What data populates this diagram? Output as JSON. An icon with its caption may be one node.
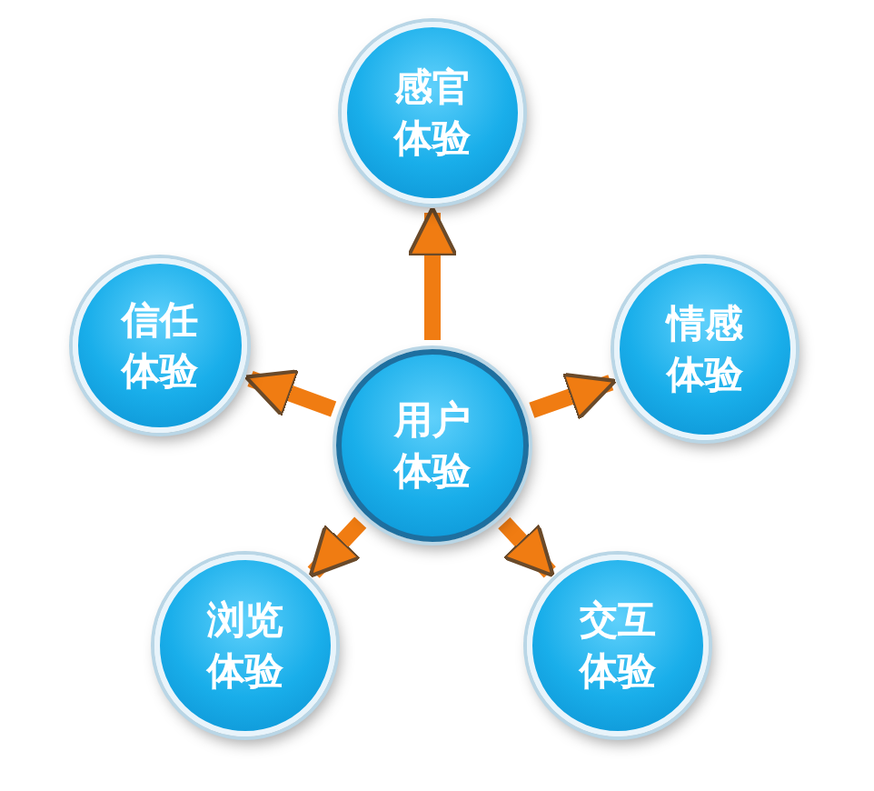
{
  "diagram": {
    "nodes": [
      {
        "text": [
          "用户体验"
        ]
      },
      {
        "text": [
          "感官体验"
        ]
      },
      {
        "text": [
          "信任体验"
        ]
      },
      {
        "text": [
          "情感体验"
        ]
      },
      {
        "text": [
          "浏览体验"
        ]
      },
      {
        "text": [
          "交互体验"
        ]
      }
    ],
    "edges": [
      {
        "from": 0,
        "to": 1,
        "arrow": "to"
      },
      {
        "from": 0,
        "to": 2,
        "arrow": "to"
      },
      {
        "from": 0,
        "to": 3,
        "arrow": "to"
      },
      {
        "from": 0,
        "to": 4,
        "arrow": "to"
      },
      {
        "from": 0,
        "to": 5,
        "arrow": "to"
      }
    ]
  }
}
